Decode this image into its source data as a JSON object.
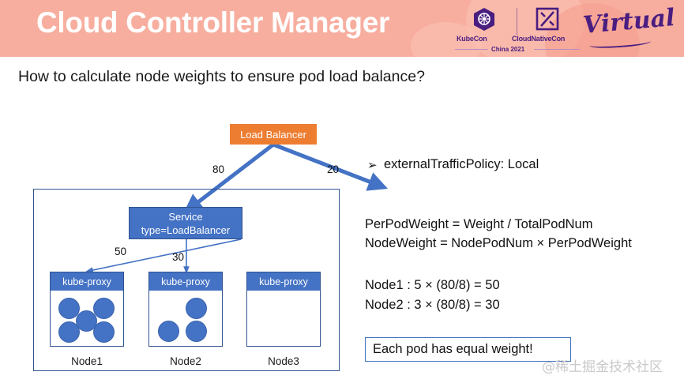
{
  "header": {
    "title": "Cloud Controller Manager",
    "background_color": "#f7ae9f",
    "title_color": "#ffffff",
    "logos": {
      "kubecon_label": "KubeCon",
      "cloudnativecon_label": "CloudNativeCon",
      "edition_label": "China 2021",
      "virtual_label": "Virtual",
      "brand_color": "#4a1d80"
    }
  },
  "body": {
    "question": "How to calculate node weights to ensure pod load balance?"
  },
  "diagram": {
    "load_balancer": {
      "label": "Load Balancer",
      "fill": "#ed7d31",
      "text_color": "#ffffff"
    },
    "service": {
      "line1": "Service",
      "line2": "type=LoadBalancer",
      "fill": "#4472c4",
      "text_color": "#ffffff"
    },
    "cluster_border_color": "#2f528f",
    "pod_color": "#4472c4",
    "edge_weights": {
      "lb_to_service": "80",
      "lb_to_outside": "20",
      "service_to_node1": "50",
      "service_to_node2": "30"
    },
    "nodes": [
      {
        "name": "Node1",
        "proxy_label": "kube-proxy",
        "pod_count": 5
      },
      {
        "name": "Node2",
        "proxy_label": "kube-proxy",
        "pod_count": 3
      },
      {
        "name": "Node3",
        "proxy_label": "kube-proxy",
        "pod_count": 0
      }
    ]
  },
  "notes": {
    "bullet_glyph": "➢",
    "bullet_text": "externalTrafficPolicy: Local",
    "formula_per_pod_weight": "PerPodWeight = Weight / TotalPodNum",
    "formula_node_weight": "NodeWeight = NodePodNum × PerPodWeight",
    "calc_node1": "Node1 : 5 × (80/8) = 50",
    "calc_node2": "Node2 : 3 × (80/8) = 30",
    "callout": "Each pod has equal weight!",
    "callout_border_color": "#4472c4"
  },
  "watermark": {
    "text": "@稀土掘金技术社区"
  }
}
